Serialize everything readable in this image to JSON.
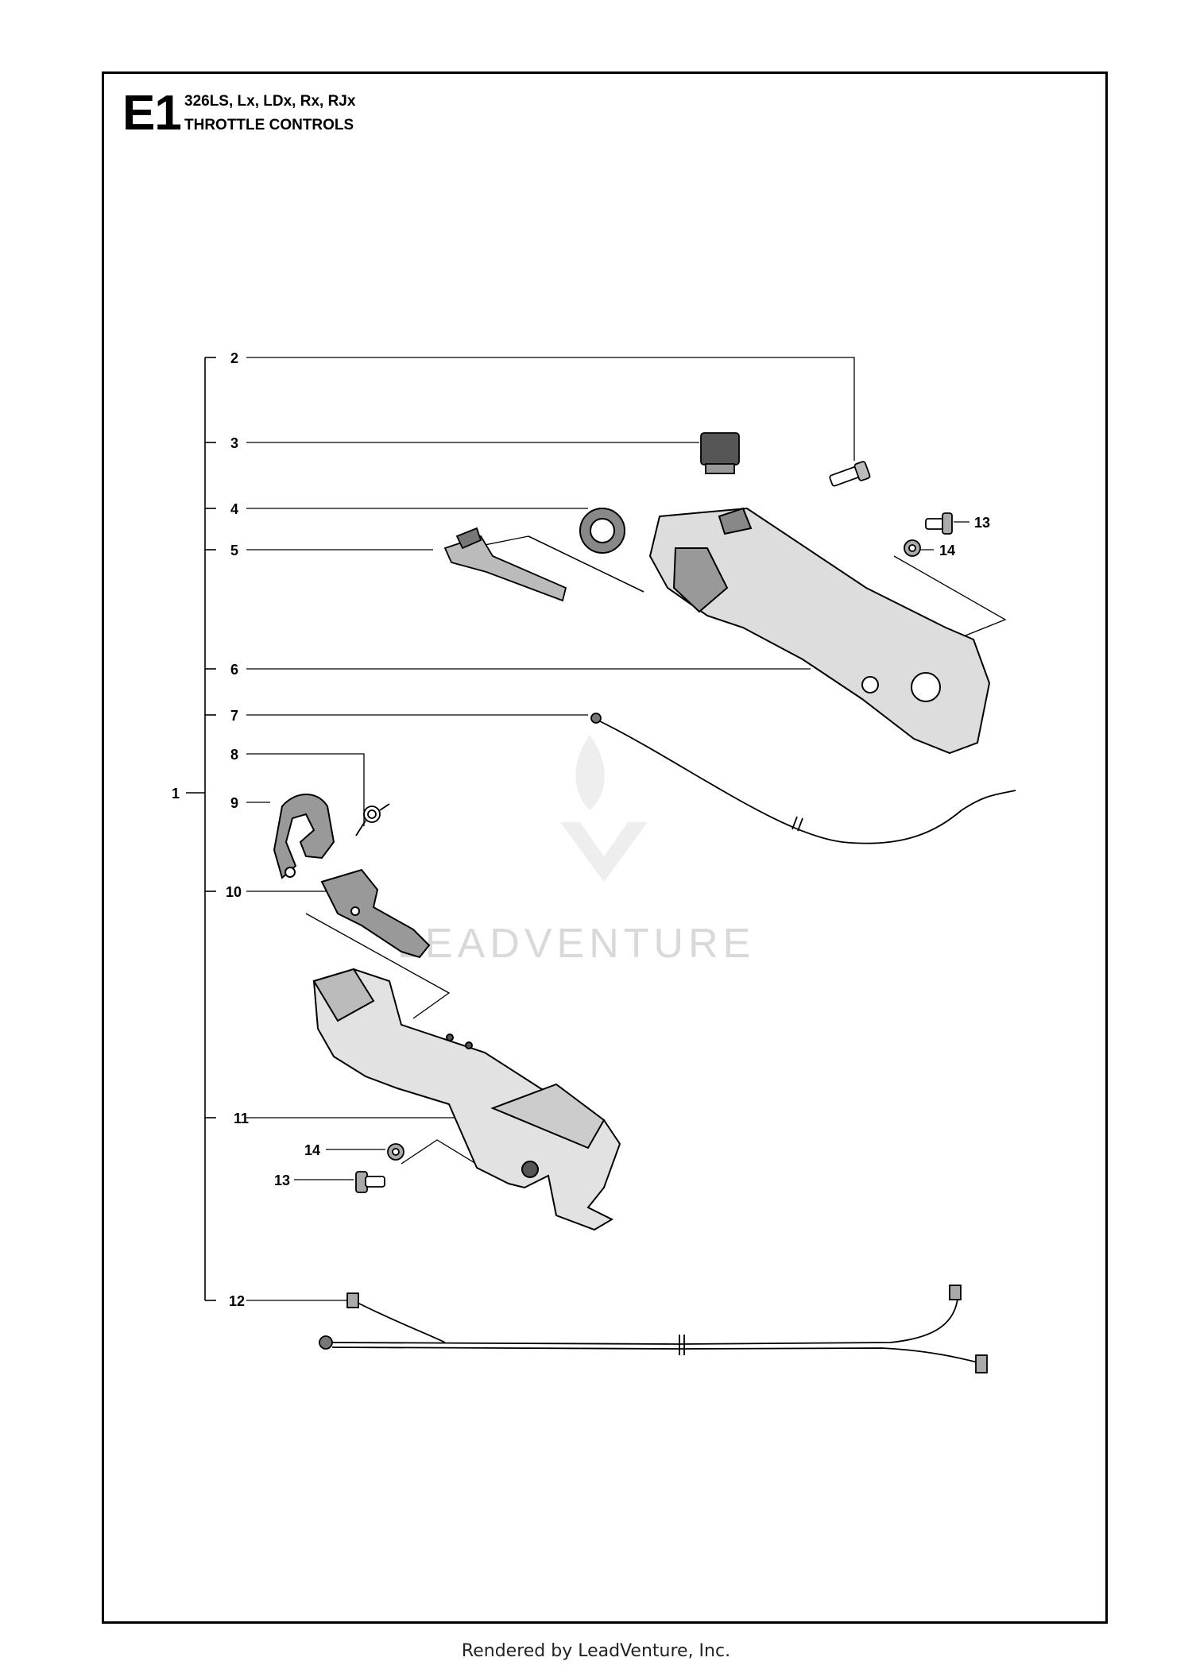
{
  "header": {
    "code": "E1",
    "models": "326LS, Lx, LDx, Rx, RJx",
    "section": "THROTTLE CONTROLS"
  },
  "callouts": {
    "c1": "1",
    "c2": "2",
    "c3": "3",
    "c4": "4",
    "c5": "5",
    "c6": "6",
    "c7": "7",
    "c8": "8",
    "c9": "9",
    "c10": "10",
    "c11": "11",
    "c12": "12",
    "c13a": "13",
    "c14a": "14",
    "c13b": "13",
    "c14b": "14"
  },
  "watermark": "LEADVENTURE",
  "footer": "Rendered by LeadVenture, Inc."
}
